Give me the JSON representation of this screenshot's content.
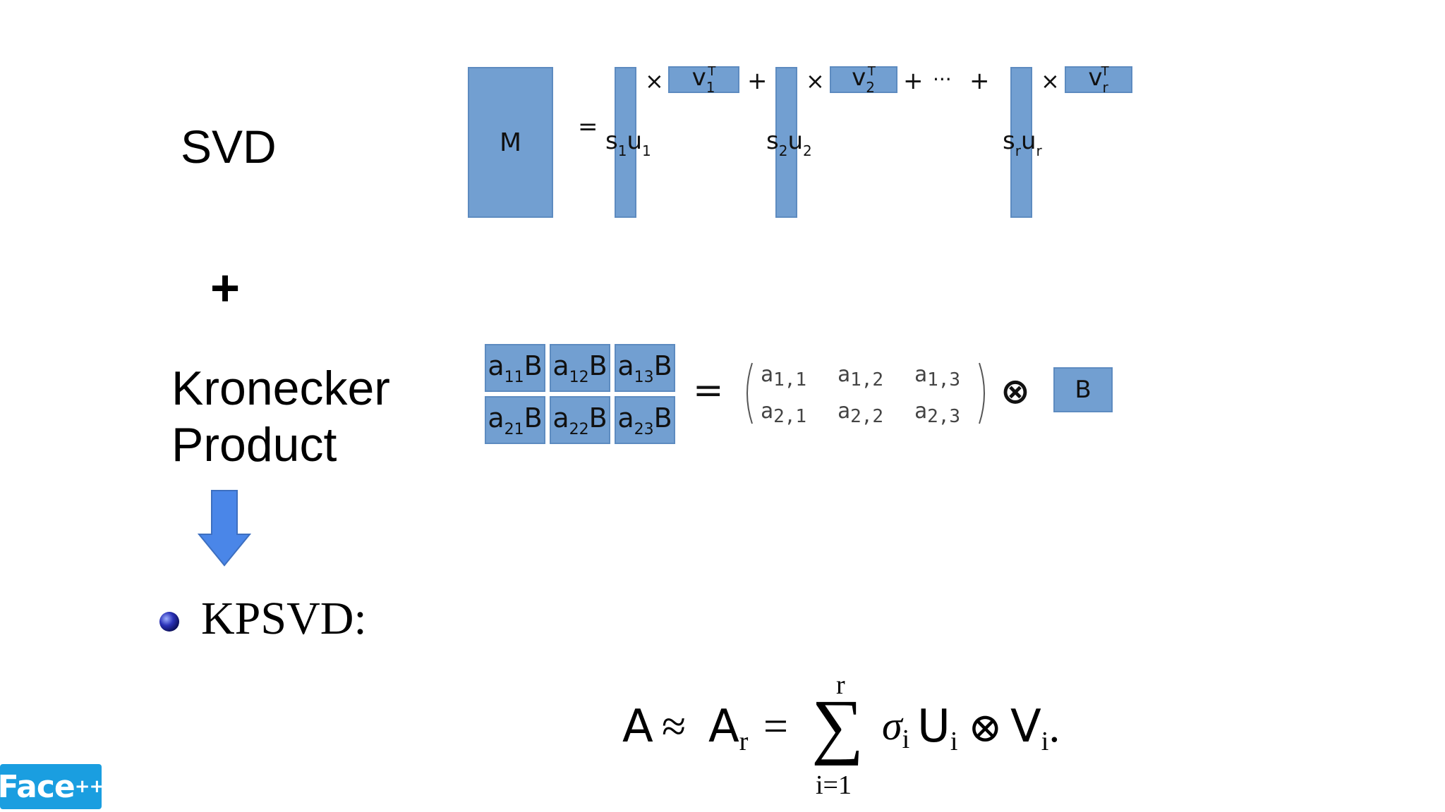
{
  "left_labels": {
    "svd": "SVD",
    "plus": "+",
    "kronecker_line1": "Kronecker",
    "kronecker_line2": "Product"
  },
  "svd_diagram": {
    "matrix_label": "M",
    "equals": "=",
    "times": "×",
    "plus": "+",
    "ellipsis": "···",
    "terms": [
      {
        "s": "s",
        "s_sub": "1",
        "u": "u",
        "u_sub": "1",
        "v": "v",
        "v_sub": "1",
        "v_sup": "T"
      },
      {
        "s": "s",
        "s_sub": "2",
        "u": "u",
        "u_sub": "2",
        "v": "v",
        "v_sub": "2",
        "v_sup": "T"
      },
      {
        "s": "s",
        "s_sub": "r",
        "u": "u",
        "u_sub": "r",
        "v": "v",
        "v_sub": "r",
        "v_sup": "T"
      }
    ]
  },
  "kronecker_diagram": {
    "blocks": [
      {
        "a": "a",
        "sub": "11",
        "b": "B"
      },
      {
        "a": "a",
        "sub": "12",
        "b": "B"
      },
      {
        "a": "a",
        "sub": "13",
        "b": "B"
      },
      {
        "a": "a",
        "sub": "21",
        "b": "B"
      },
      {
        "a": "a",
        "sub": "22",
        "b": "B"
      },
      {
        "a": "a",
        "sub": "23",
        "b": "B"
      }
    ],
    "equals": "=",
    "matrix_entries": [
      {
        "a": "a",
        "sub": "1,1"
      },
      {
        "a": "a",
        "sub": "1,2"
      },
      {
        "a": "a",
        "sub": "1,3"
      },
      {
        "a": "a",
        "sub": "2,1"
      },
      {
        "a": "a",
        "sub": "2,2"
      },
      {
        "a": "a",
        "sub": "2,3"
      }
    ],
    "otimes": "⊗",
    "b_label": "B"
  },
  "bullet": {
    "text": "KPSVD:"
  },
  "formula": {
    "A": "A",
    "approx": "≈",
    "Ar": "A",
    "Ar_sub": "r",
    "eq": "=",
    "sigma": "∑",
    "sum_top": "r",
    "sum_bottom": "i=1",
    "s": "σ",
    "s_sub": "i",
    "U": "U",
    "U_sub": "i",
    "otimes": "⊗",
    "V": "V",
    "V_sub": "i",
    "end": "."
  },
  "logo": {
    "text": "Face",
    "sup": "++"
  },
  "colors": {
    "block_fill": "#729fd1",
    "block_border": "#5d8bc0",
    "arrow": "#4a86e8",
    "logo_bg": "#1a9ee0"
  }
}
